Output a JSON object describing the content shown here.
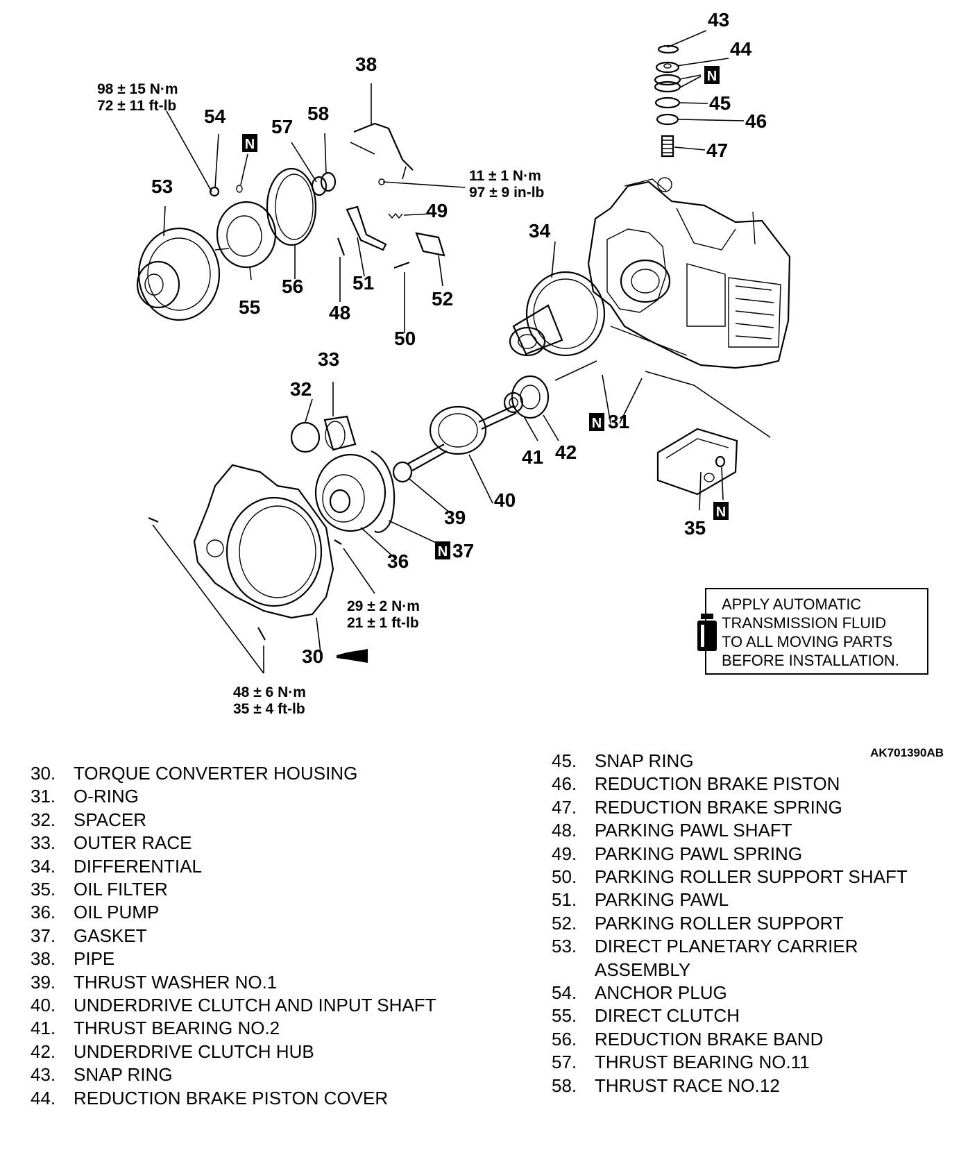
{
  "figure_code": "AK701390AB",
  "note": {
    "lines": [
      "APPLY AUTOMATIC",
      "TRANSMISSION FLUID",
      "TO ALL MOVING PARTS",
      "BEFORE INSTALLATION."
    ],
    "icon": "fluid-bottle-icon"
  },
  "callouts": {
    "n30": "30",
    "n31": "31",
    "n32": "32",
    "n33": "33",
    "n34": "34",
    "n35": "35",
    "n36": "36",
    "n37": "37",
    "n38": "38",
    "n39": "39",
    "n40": "40",
    "n41": "41",
    "n42": "42",
    "n43": "43",
    "n44": "44",
    "n45": "45",
    "n46": "46",
    "n47": "47",
    "n48": "48",
    "n49": "49",
    "n50": "50",
    "n51": "51",
    "n52": "52",
    "n53": "53",
    "n54": "54",
    "n55": "55",
    "n56": "56",
    "n57": "57",
    "n58": "58"
  },
  "n_marker": "N",
  "torques": {
    "t54": [
      "98 ± 15 N·m",
      "72 ± 11 ft-lb"
    ],
    "t38": [
      "11 ± 1 N·m",
      "97 ± 9 in-lb"
    ],
    "t36": [
      "29 ± 2 N·m",
      "21 ± 1 ft-lb"
    ],
    "t30": [
      "48 ± 6 N·m",
      "35 ± 4 ft-lb"
    ]
  },
  "legend_left": [
    {
      "num": "30.",
      "text": "TORQUE CONVERTER HOUSING"
    },
    {
      "num": "31.",
      "text": "O-RING"
    },
    {
      "num": "32.",
      "text": "SPACER"
    },
    {
      "num": "33.",
      "text": "OUTER RACE"
    },
    {
      "num": "34.",
      "text": "DIFFERENTIAL"
    },
    {
      "num": "35.",
      "text": "OIL FILTER"
    },
    {
      "num": "36.",
      "text": "OIL PUMP"
    },
    {
      "num": "37.",
      "text": "GASKET"
    },
    {
      "num": "38.",
      "text": "PIPE"
    },
    {
      "num": "39.",
      "text": "THRUST WASHER NO.1"
    },
    {
      "num": "40.",
      "text": "UNDERDRIVE CLUTCH AND INPUT SHAFT"
    },
    {
      "num": "41.",
      "text": "THRUST BEARING NO.2"
    },
    {
      "num": "42.",
      "text": "UNDERDRIVE CLUTCH HUB"
    },
    {
      "num": "43.",
      "text": "SNAP RING"
    },
    {
      "num": "44.",
      "text": "REDUCTION BRAKE PISTON COVER"
    }
  ],
  "legend_right": [
    {
      "num": "45.",
      "text": "SNAP RING"
    },
    {
      "num": "46.",
      "text": "REDUCTION BRAKE PISTON"
    },
    {
      "num": "47.",
      "text": "REDUCTION BRAKE SPRING"
    },
    {
      "num": "48.",
      "text": "PARKING PAWL SHAFT"
    },
    {
      "num": "49.",
      "text": "PARKING PAWL SPRING"
    },
    {
      "num": "50.",
      "text": "PARKING ROLLER SUPPORT SHAFT"
    },
    {
      "num": "51.",
      "text": "PARKING PAWL"
    },
    {
      "num": "52.",
      "text": "PARKING ROLLER SUPPORT"
    },
    {
      "num": "53.",
      "text": "DIRECT PLANETARY CARRIER ASSEMBLY"
    },
    {
      "num": "54.",
      "text": "ANCHOR PLUG"
    },
    {
      "num": "55.",
      "text": "DIRECT CLUTCH"
    },
    {
      "num": "56.",
      "text": "REDUCTION BRAKE BAND"
    },
    {
      "num": "57.",
      "text": "THRUST BEARING NO.11"
    },
    {
      "num": "58.",
      "text": "THRUST RACE NO.12"
    }
  ]
}
